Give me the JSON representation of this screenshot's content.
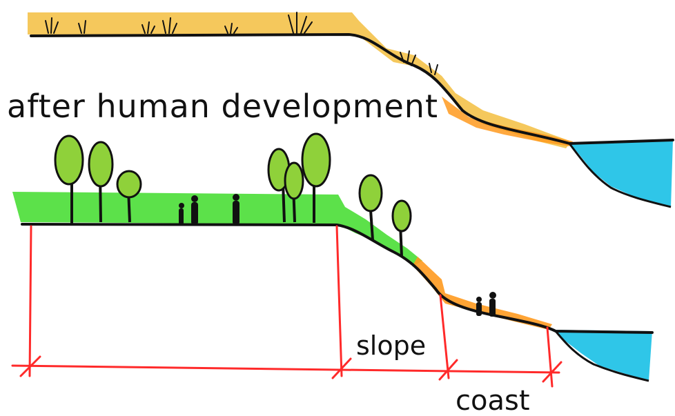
{
  "heading": "after human development",
  "labels": {
    "slope": "slope",
    "coast": "coast"
  },
  "colors": {
    "ink": "#111111",
    "grass_yellow": "#f4c24a",
    "sand_orange": "#ff9a1f",
    "lawn_green": "#3fdc2a",
    "tree_green": "#8fd13a",
    "water_blue": "#2fc6e8",
    "measure_red": "#ff2a2a"
  }
}
